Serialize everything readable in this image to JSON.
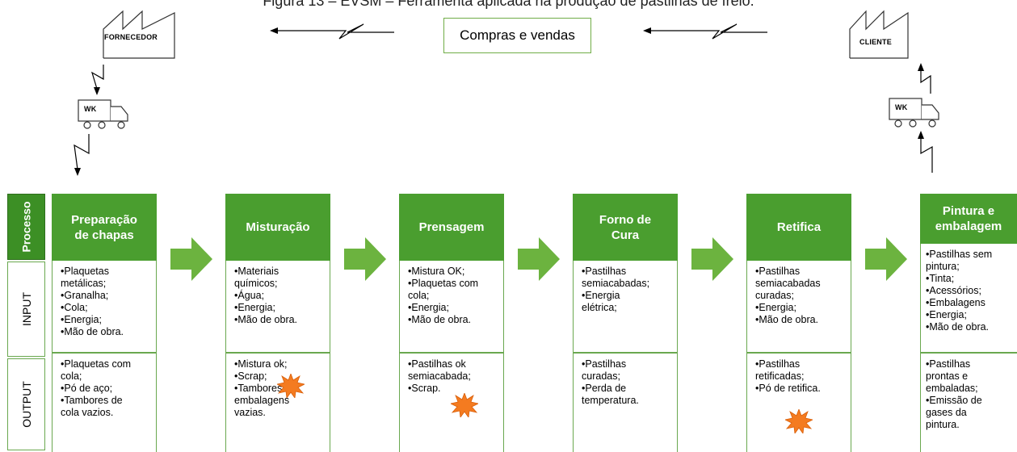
{
  "caption": "Figura 13 – EVSM – Ferramenta aplicada na produção de pastilhas de freio.",
  "top": {
    "supplier": "FORNECEDOR",
    "customer": "CLIENTE",
    "center_box": "Compras e vendas",
    "truck_label": "WK"
  },
  "rows": {
    "process": "Processo",
    "input": "INPUT",
    "output": "OUTPUT"
  },
  "processes": [
    {
      "title_lines": [
        "Preparação",
        "de chapas"
      ],
      "input": [
        "•Plaquetas",
        "metálicas;",
        "•Granalha;",
        "•Cola;",
        "•Energia;",
        "•Mão de obra."
      ],
      "output": [
        "•Plaquetas com",
        "cola;",
        "•Pó de aço;",
        "•Tambores de",
        "cola vazios."
      ]
    },
    {
      "title_lines": [
        "Misturação"
      ],
      "input": [
        "•Materiais",
        "químicos;",
        "•Água;",
        "•Energia;",
        "•Mão de obra."
      ],
      "output": [
        "•Mistura ok;",
        "•Scrap;",
        "•Tambores e",
        "embalagens",
        "vazias."
      ]
    },
    {
      "title_lines": [
        "Prensagem"
      ],
      "input": [
        "•Mistura OK;",
        "•Plaquetas com",
        "cola;",
        "•Energia;",
        "•Mão de obra."
      ],
      "output": [
        "•Pastilhas ok",
        "semiacabada;",
        "•Scrap."
      ]
    },
    {
      "title_lines": [
        "Forno de",
        "Cura"
      ],
      "input": [
        "•Pastilhas",
        "semiacabadas;",
        "•Energia",
        "elétrica;"
      ],
      "output": [
        "•Pastilhas",
        "curadas;",
        "•Perda de",
        "temperatura."
      ]
    },
    {
      "title_lines": [
        "Retifica"
      ],
      "input": [
        "•Pastilhas",
        "semiacabadas",
        "curadas;",
        "•Energia;",
        "•Mão de obra."
      ],
      "output": [
        "•Pastilhas",
        "retificadas;",
        "•Pó de retifica."
      ]
    },
    {
      "title_lines": [
        "Pintura e",
        "embalagem"
      ],
      "input": [
        "•Pastilhas sem",
        "pintura;",
        "•Tinta;",
        "•Acessórios;",
        "•Embalagens",
        "•Energia;",
        "•Mão de obra."
      ],
      "output": [
        "•Pastilhas",
        "prontas e",
        "embaladas;",
        "•Emissão de",
        "gases da",
        "pintura."
      ]
    }
  ],
  "colors": {
    "header_green": "#4a9e2f",
    "side_green": "#3c8f25",
    "border_green": "#6aa84f",
    "arrow_green": "#6cb33f",
    "burst_orange": "#f47b20"
  }
}
